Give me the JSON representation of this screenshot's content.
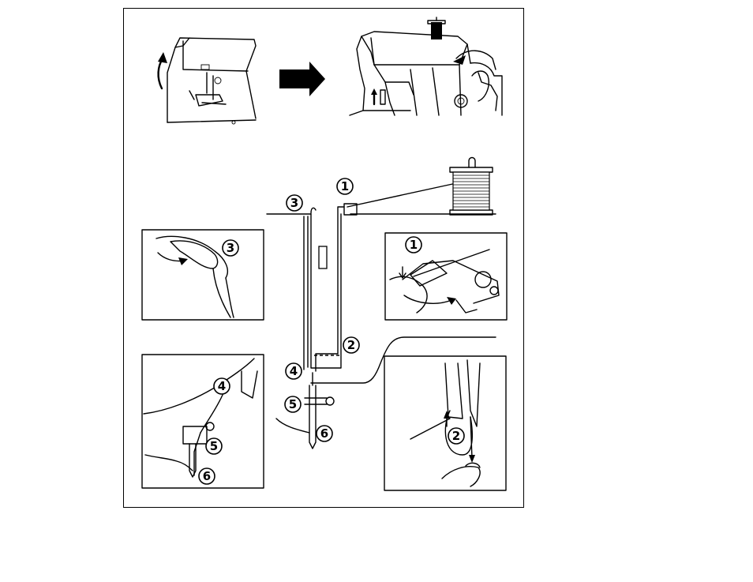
{
  "steps": {
    "s1": "1",
    "s2": "2",
    "s3": "3",
    "s4": "4",
    "s5": "5",
    "s6": "6"
  },
  "icons": {
    "arrow": "right-arrow-icon",
    "spool": "thread-spool-icon"
  }
}
